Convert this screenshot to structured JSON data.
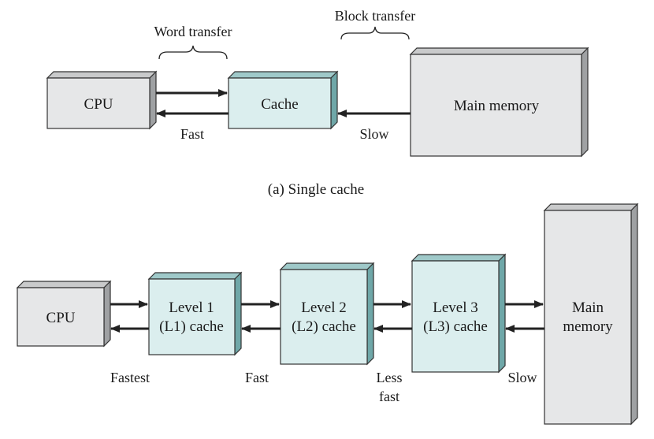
{
  "single_cache": {
    "caption": "(a) Single cache",
    "cpu_label": "CPU",
    "cache_label": "Cache",
    "memory_label": "Main memory",
    "word_transfer_label": "Word transfer",
    "block_transfer_label": "Block transfer",
    "fast_label": "Fast",
    "slow_label": "Slow"
  },
  "multi_cache": {
    "cpu_label": "CPU",
    "l1_line1": "Level 1",
    "l1_line2": "(L1) cache",
    "l2_line1": "Level 2",
    "l2_line2": "(L2) cache",
    "l3_line1": "Level 3",
    "l3_line2": "(L3) cache",
    "memory_line1": "Main",
    "memory_line2": "memory",
    "fastest_label": "Fastest",
    "fast_label": "Fast",
    "less_fast_line1": "Less",
    "less_fast_line2": "fast",
    "slow_label": "Slow"
  }
}
